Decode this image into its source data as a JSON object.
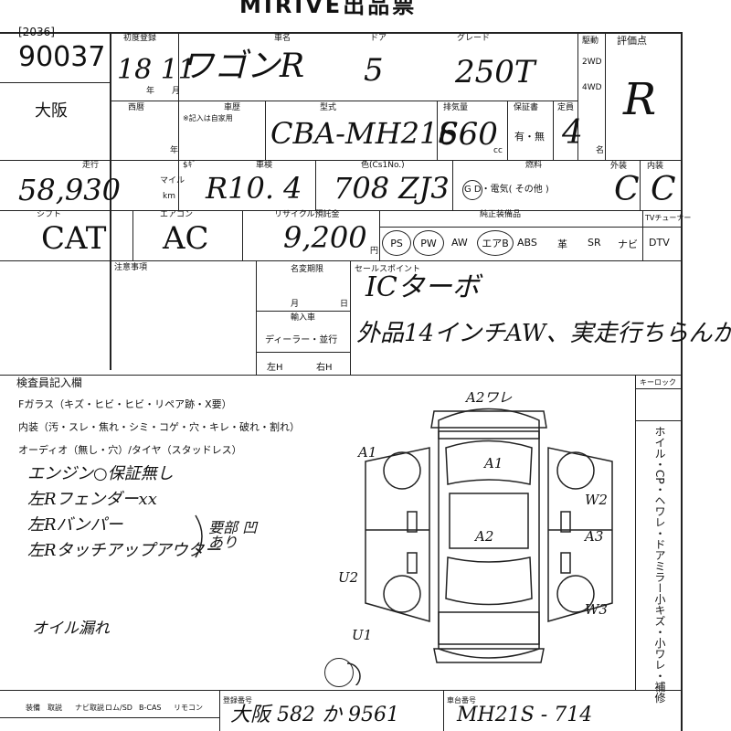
{
  "header": {
    "title": "MIRIVE出品票",
    "lot_prefix": "[2036]",
    "lot_number": "90037",
    "location": "大阪"
  },
  "labels": {
    "first_reg": "初度登録",
    "car_name": "車名",
    "doors": "ドア",
    "grade": "グレード",
    "drive": "駆動",
    "drive_2wd": "2WD",
    "drive_4wd": "4WD",
    "score": "評価点",
    "seireki": "西暦",
    "history": "車歴",
    "history_note": "※記入は自家用",
    "model": "型式",
    "displacement": "排気量",
    "warranty": "保証書",
    "capacity": "定員",
    "mileage": "走行",
    "miles": "マイル",
    "km": "km",
    "inspection_prefix": "$ｷﾞ",
    "inspection": "車検",
    "color": "色(Cs1No.)",
    "fuel": "燃料",
    "exterior": "外装",
    "interior": "内装",
    "shift": "シフト",
    "aircon": "エアコン",
    "recycle": "リサイクル預託金",
    "equipment": "純正装備品",
    "tuner": "TVチューナー",
    "notes": "注意事項",
    "name_change": "名変期限",
    "month": "月",
    "day": "日",
    "sales_point": "セールスポイント",
    "import": "輸入車",
    "dealer": "ディーラー・並行",
    "left": "左H",
    "right": "右H",
    "inspector": "検査員記入欄",
    "frame_no": "車台番号",
    "keylock": "キーロック",
    "yen": "円",
    "cc": "cc",
    "year_mark": "年",
    "month_mark": "月",
    "capacity_mark": "名",
    "warranty_options": "有・無",
    "fuel_options": "G D・電気( その他 )"
  },
  "values": {
    "first_reg": "18 11",
    "car_name": "ワゴンR",
    "doors": "5",
    "grade": "250T",
    "score": "R",
    "model": "CBA-MH21S",
    "displacement": "660",
    "capacity": "4",
    "mileage": "58,930",
    "inspection": "R10. 4",
    "color": "708 ZJ3",
    "exterior_grade": "C",
    "interior_grade": "C",
    "shift": "CAT",
    "aircon": "AC",
    "recycle": "9,200",
    "sales_point_1": "ICターボ",
    "sales_point_2": "外品14インチAW、実走行ちらんか"
  },
  "equipment": [
    "PS",
    "PW",
    "AW",
    "エアB",
    "ABS",
    "革",
    "SR",
    "ナビ",
    "DTV"
  ],
  "equipment_circled": [
    "PS",
    "PW",
    "エアB"
  ],
  "inspector_notes": {
    "f_glass": "Fガラス（キズ・ヒビ・ヒビ・リペア跡・X要）",
    "interior": "内装（汚・スレ・焦れ・シミ・コゲ・穴・キレ・破れ・割れ）",
    "audio": "オーディオ（無し・穴）/タイヤ（スタッドレス）",
    "hand1": "エンジン○保証無し",
    "hand2": "左Rフェンダーxx",
    "hand3": "左Rバンパー",
    "hand4": "左Rタッチアップアウター",
    "hand5": "オイル漏れ",
    "bracket": "要部 凹あり"
  },
  "diagram_marks": [
    "A2ワレ",
    "A1",
    "A1",
    "A3",
    "A2",
    "U2",
    "U1",
    "W2",
    "W3"
  ],
  "right_column": "ホイル・CP・ヘワレ・ドアミラー小キズ・小ワレ・補修",
  "bottom_row": {
    "labels": [
      "装備",
      "取説",
      "ナビ取説",
      "ロム/SD",
      "B-CAS",
      "リモコン"
    ],
    "reg_no": "登録番号",
    "reg_value": "大阪 582 か 9561",
    "frame_value": "MH21S - 714"
  }
}
